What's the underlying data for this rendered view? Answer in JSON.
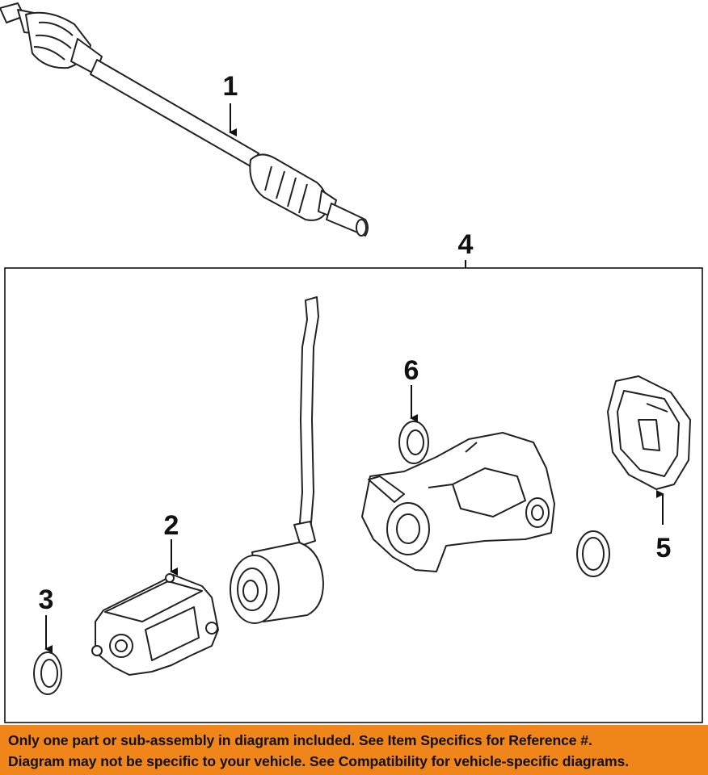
{
  "diagram": {
    "callouts": {
      "axle_shaft": "1",
      "transfer_case": "2",
      "seal_left": "3",
      "rear_axle_assembly": "4",
      "cover": "5",
      "pinion_seal": "6"
    }
  },
  "notice": {
    "line1": "Only one part or sub-assembly in diagram included. See Item Specifics for Reference #.",
    "line2": "Diagram may not be specific to your vehicle. See Compatibility for vehicle-specific diagrams."
  },
  "colors": {
    "banner": "#f08519",
    "line": "#222222"
  }
}
